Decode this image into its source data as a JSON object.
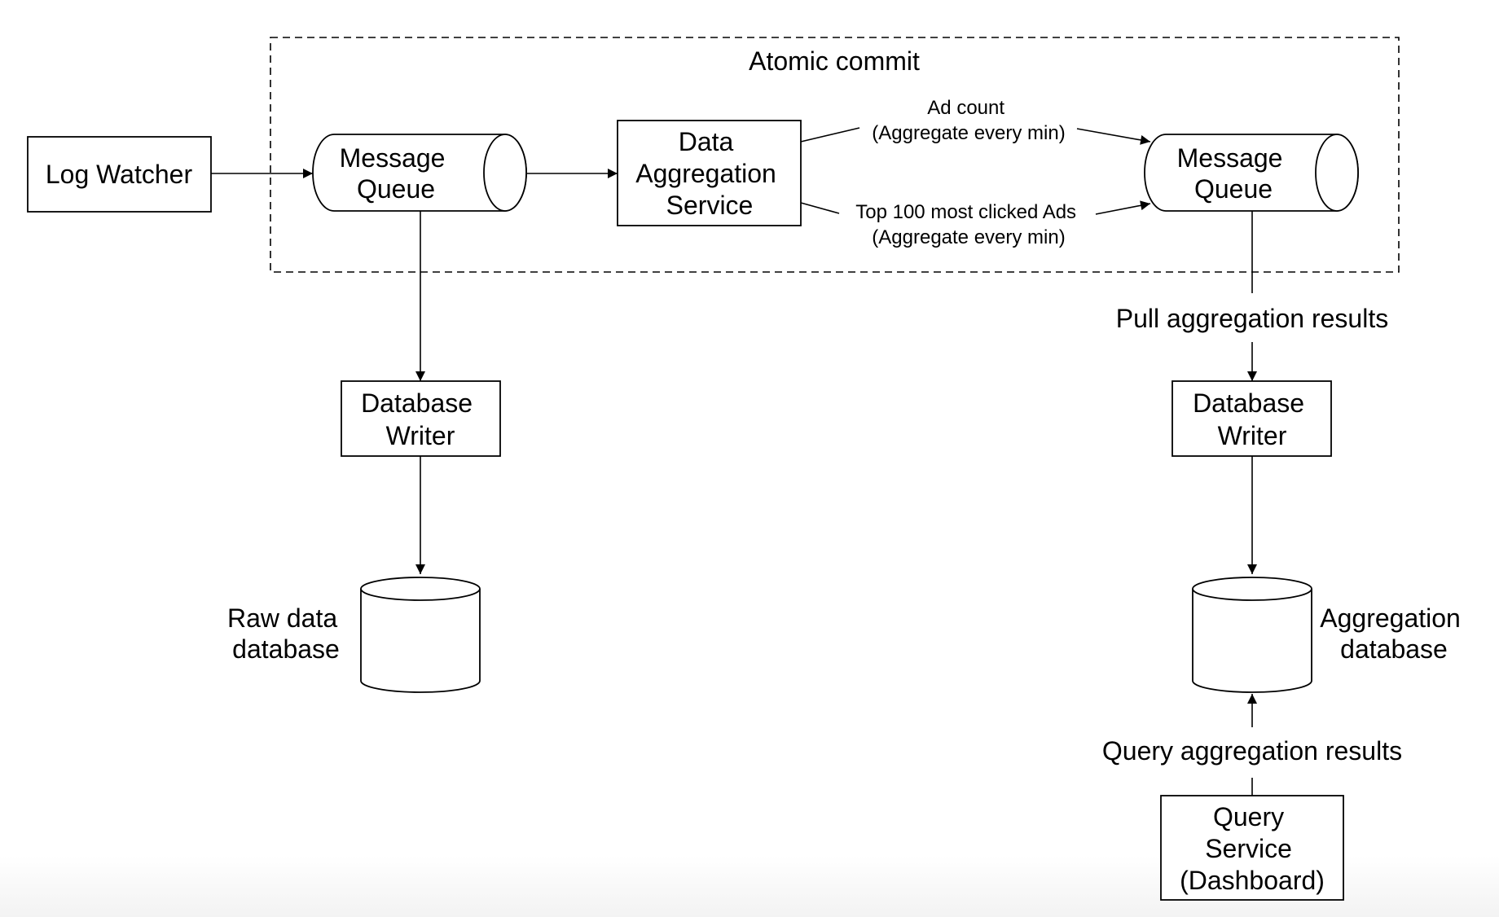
{
  "diagram": {
    "nodes": {
      "log_watcher": {
        "label": "Log Watcher"
      },
      "mq_left": {
        "lines": [
          "Message",
          "Queue"
        ]
      },
      "aggregation_service": {
        "lines": [
          "Data",
          "Aggregation",
          "Service"
        ]
      },
      "mq_right": {
        "lines": [
          "Message",
          "Queue"
        ]
      },
      "db_writer_left": {
        "lines": [
          "Database",
          "Writer"
        ]
      },
      "db_writer_right": {
        "lines": [
          "Database",
          "Writer"
        ]
      },
      "raw_db": {
        "lines": [
          "Raw data",
          "database"
        ]
      },
      "agg_db": {
        "lines": [
          "Aggregation",
          "database"
        ]
      },
      "query_service": {
        "lines": [
          "Query",
          "Service",
          "(Dashboard)"
        ]
      }
    },
    "group": {
      "label": "Atomic commit"
    },
    "edges": {
      "ad_count": {
        "lines": [
          "Ad count",
          "(Aggregate every min)"
        ]
      },
      "top_ads": {
        "lines": [
          "Top 100 most clicked Ads",
          "(Aggregate every min)"
        ]
      },
      "pull_results": {
        "label": "Pull aggregation results"
      },
      "query_results": {
        "label": "Query aggregation results"
      }
    }
  }
}
